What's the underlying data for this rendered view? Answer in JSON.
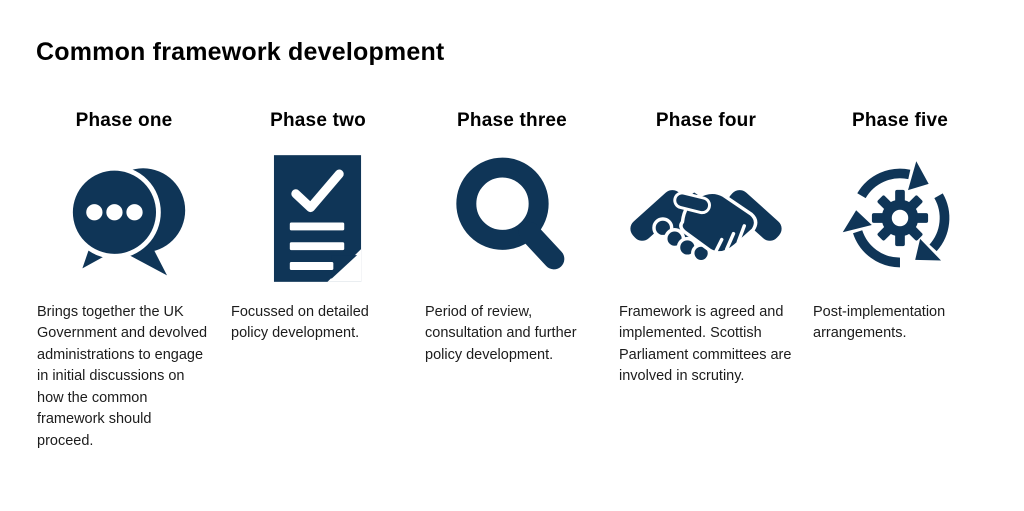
{
  "title": "Common framework development",
  "colors": {
    "icon_navy": "#0F3557",
    "heading_text": "#000000",
    "body_text": "#1c1c1c",
    "background": "#ffffff"
  },
  "phases": [
    {
      "heading": "Phase one",
      "icon": "chat-bubbles-icon",
      "description": "Brings together the UK Government and devolved administrations to engage in initial discussions on how the common framework should proceed."
    },
    {
      "heading": "Phase two",
      "icon": "checklist-document-icon",
      "description": "Focussed on detailed policy development."
    },
    {
      "heading": "Phase three",
      "icon": "magnifying-glass-icon",
      "description": "Period of review, consultation and further policy development."
    },
    {
      "heading": "Phase four",
      "icon": "handshake-icon",
      "description": "Framework is agreed and implemented. Scottish Parliament committees are involved in scrutiny."
    },
    {
      "heading": "Phase five",
      "icon": "process-cycle-gear-icon",
      "description": "Post-implementation arrangements."
    }
  ]
}
